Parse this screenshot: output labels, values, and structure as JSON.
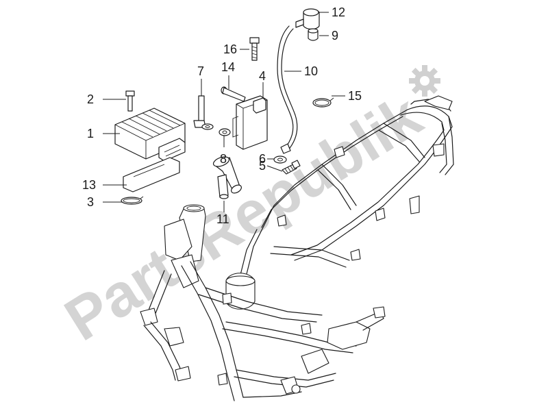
{
  "watermark": {
    "text": "PartsRepublik"
  },
  "colors": {
    "line": "#1a1a1a",
    "watermark": "#d4d4d4",
    "background": "#ffffff"
  },
  "callouts": [
    {
      "id": "1",
      "label": "1",
      "part": "voltage-regulator"
    },
    {
      "id": "2",
      "label": "2",
      "part": "regulator-bolt"
    },
    {
      "id": "3",
      "label": "3",
      "part": "hose-clamp-small"
    },
    {
      "id": "4",
      "label": "4",
      "part": "ignition-control-unit"
    },
    {
      "id": "5",
      "label": "5",
      "part": "frame-bolt"
    },
    {
      "id": "6",
      "label": "6",
      "part": "washer-large"
    },
    {
      "id": "7",
      "label": "7",
      "part": "bracket-strap"
    },
    {
      "id": "8",
      "label": "8",
      "part": "washer-small"
    },
    {
      "id": "9",
      "label": "9",
      "part": "cap"
    },
    {
      "id": "10",
      "label": "10",
      "part": "breather-hose"
    },
    {
      "id": "11",
      "label": "11",
      "part": "tee-fitting"
    },
    {
      "id": "12",
      "label": "12",
      "part": "elbow-fitting"
    },
    {
      "id": "13",
      "label": "13",
      "part": "mounting-plate"
    },
    {
      "id": "14",
      "label": "14",
      "part": "screw"
    },
    {
      "id": "15",
      "label": "15",
      "part": "hose-clamp"
    },
    {
      "id": "16",
      "label": "16",
      "part": "bolt"
    }
  ]
}
